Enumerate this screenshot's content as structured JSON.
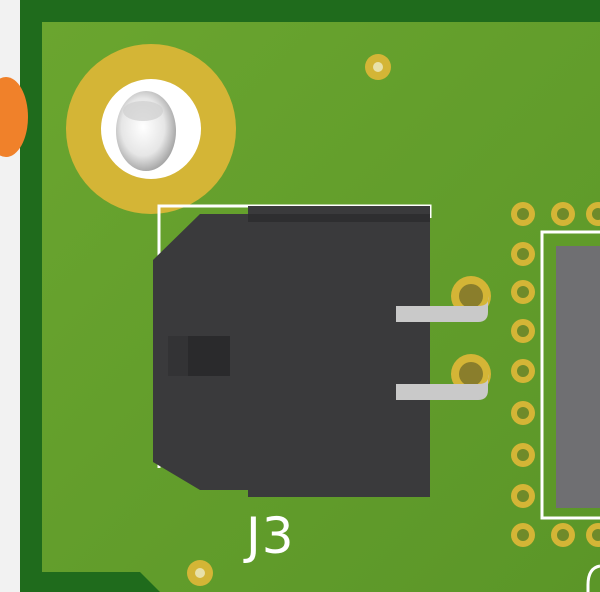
{
  "board": {
    "designator": "J3",
    "colors": {
      "soldermask": "#5f9a2a",
      "soldermask_dark": "#1d6a1a",
      "pad_gold": "#d4b536",
      "silkscreen": "#ffffff",
      "connector_body": "#3a3a3c",
      "pin_metal": "#c9c9c9",
      "component_orange": "#f0812a"
    },
    "parts": {
      "mounting_hole": "mounting-hole",
      "connector": "2-pin-header-connector",
      "ic": "ic-package",
      "vias": "via-dots"
    }
  }
}
